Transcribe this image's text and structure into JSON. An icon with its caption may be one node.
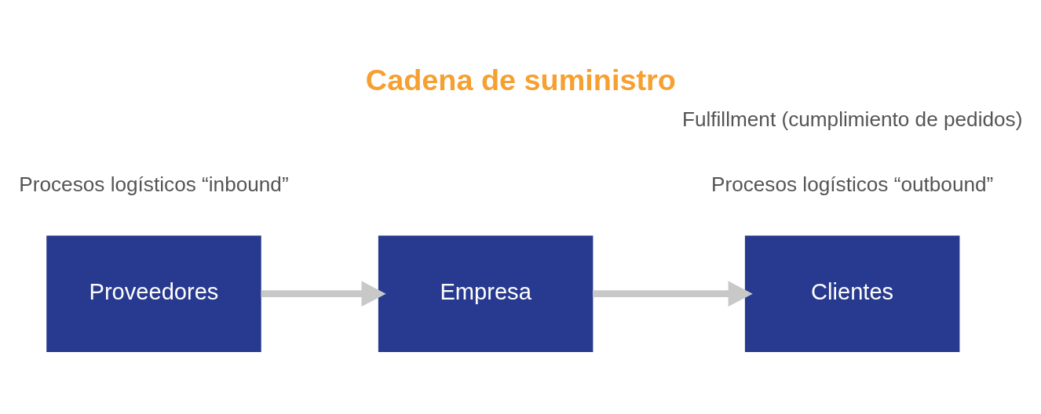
{
  "diagram": {
    "title": "Cadena de suministro",
    "nodes": [
      {
        "text": [
          "Proveedores"
        ]
      },
      {
        "text": [
          "Empresa"
        ]
      },
      {
        "text": [
          "Clientes"
        ]
      }
    ],
    "edges": [
      {
        "from": 0,
        "to": 1,
        "arrow": "to"
      },
      {
        "from": 1,
        "to": 2,
        "arrow": "to"
      }
    ],
    "labels": [
      "Procesos logísticos “inbound”",
      "Procesos logísticos “outbound”",
      "Fulfillment (cumplimiento de pedidos)"
    ]
  }
}
